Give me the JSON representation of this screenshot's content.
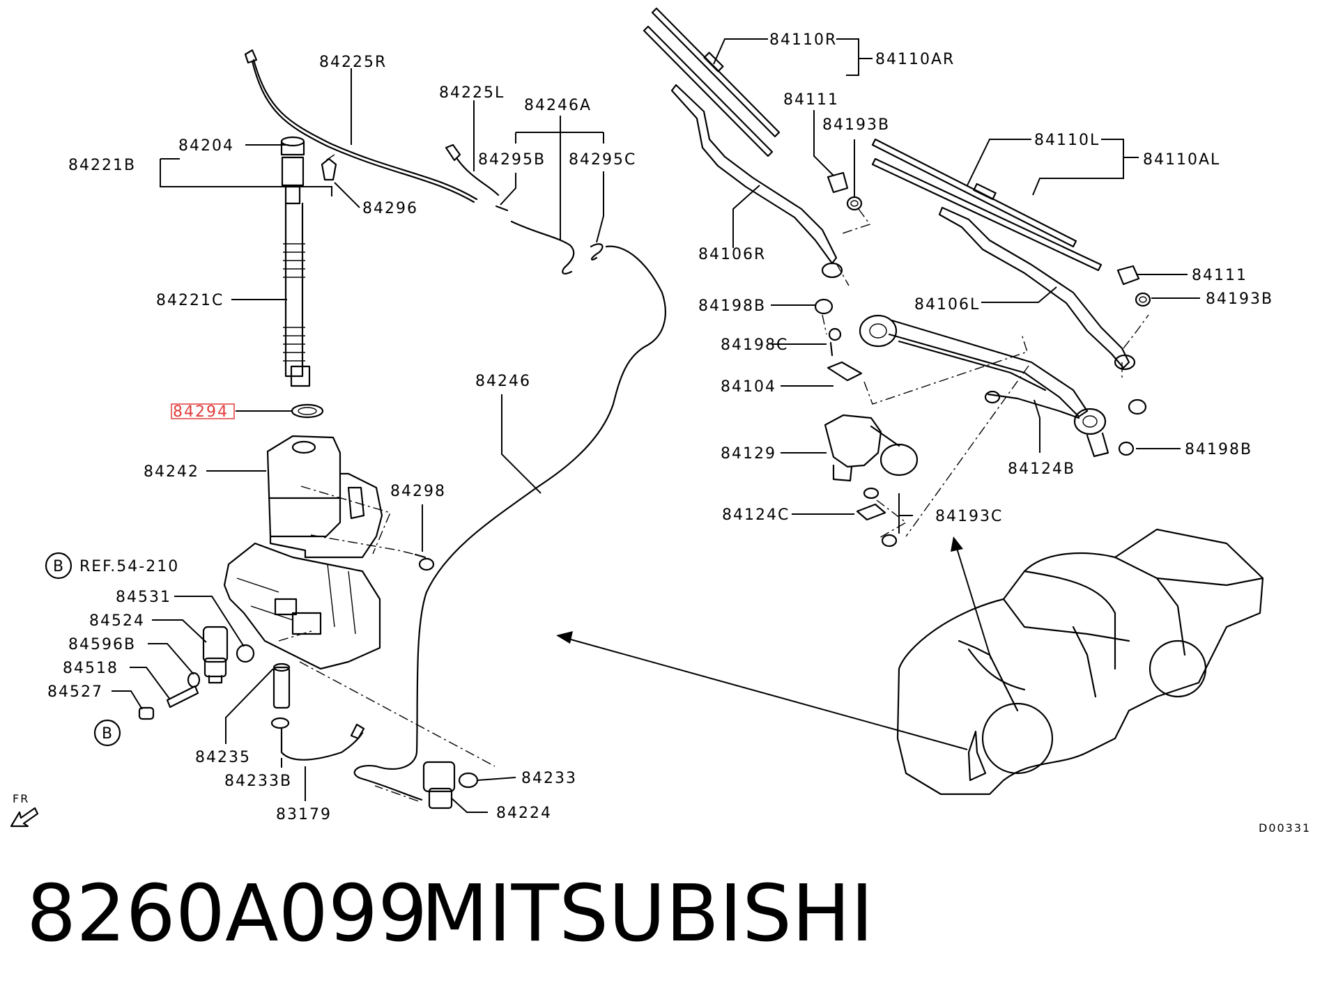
{
  "parts": [
    {
      "id": "p-84225R",
      "text": "84225R"
    },
    {
      "id": "p-84225L",
      "text": "84225L"
    },
    {
      "id": "p-84246A",
      "text": "84246A"
    },
    {
      "id": "p-84204",
      "text": "84204"
    },
    {
      "id": "p-84221B",
      "text": "84221B"
    },
    {
      "id": "p-84295B",
      "text": "84295B"
    },
    {
      "id": "p-84295C",
      "text": "84295C"
    },
    {
      "id": "p-84296",
      "text": "84296"
    },
    {
      "id": "p-84221C",
      "text": "84221C"
    },
    {
      "id": "p-84246",
      "text": "84246"
    },
    {
      "id": "p-84294",
      "text": "84294"
    },
    {
      "id": "p-84242",
      "text": "84242"
    },
    {
      "id": "p-84298",
      "text": "84298"
    },
    {
      "id": "p-ref",
      "text": "REF.54-210"
    },
    {
      "id": "p-84531",
      "text": "84531"
    },
    {
      "id": "p-84524",
      "text": "84524"
    },
    {
      "id": "p-84596B",
      "text": "84596B"
    },
    {
      "id": "p-84518",
      "text": "84518"
    },
    {
      "id": "p-84527",
      "text": "84527"
    },
    {
      "id": "p-84235",
      "text": "84235"
    },
    {
      "id": "p-84233B",
      "text": "84233B"
    },
    {
      "id": "p-83179",
      "text": "83179"
    },
    {
      "id": "p-84233",
      "text": "84233"
    },
    {
      "id": "p-84224",
      "text": "84224"
    },
    {
      "id": "p-84110R",
      "text": "84110R"
    },
    {
      "id": "p-84110AR",
      "text": "84110AR"
    },
    {
      "id": "p-84111a",
      "text": "84111"
    },
    {
      "id": "p-84193Ba",
      "text": "84193B"
    },
    {
      "id": "p-84110L",
      "text": "84110L"
    },
    {
      "id": "p-84110AL",
      "text": "84110AL"
    },
    {
      "id": "p-84106R",
      "text": "84106R"
    },
    {
      "id": "p-84111b",
      "text": "84111"
    },
    {
      "id": "p-84198Ba",
      "text": "84198B"
    },
    {
      "id": "p-84106L",
      "text": "84106L"
    },
    {
      "id": "p-84193Bb",
      "text": "84193B"
    },
    {
      "id": "p-84198C",
      "text": "84198C"
    },
    {
      "id": "p-84104",
      "text": "84104"
    },
    {
      "id": "p-84129",
      "text": "84129"
    },
    {
      "id": "p-84124B",
      "text": "84124B"
    },
    {
      "id": "p-84198Bb",
      "text": "84198B"
    },
    {
      "id": "p-84124C",
      "text": "84124C"
    },
    {
      "id": "p-84193C",
      "text": "84193C"
    }
  ],
  "markers": [
    {
      "id": "b1",
      "text": "B"
    },
    {
      "id": "b2",
      "text": "B"
    }
  ],
  "fr_label": "FR",
  "drawing_code": "D00331",
  "footer": {
    "part_number": "8260A099",
    "brand": "MITSUBISHI"
  },
  "highlight_part": "84294",
  "colors": {
    "ink": "#000000",
    "highlight": "#e23b3b",
    "background": "#ffffff"
  }
}
